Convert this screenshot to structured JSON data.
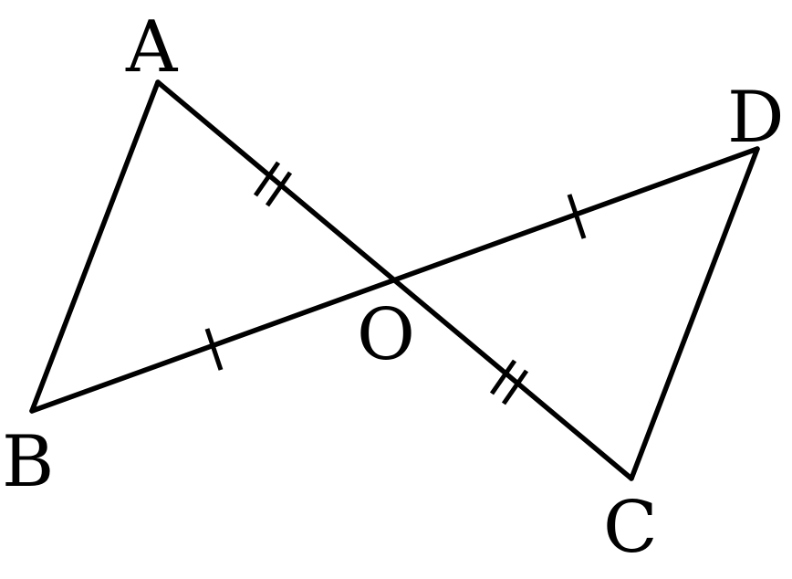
{
  "points": {
    "A": "A",
    "B": "B",
    "C": "C",
    "D": "D",
    "O": "O"
  },
  "segments": [
    "AB",
    "AC",
    "BD",
    "DC"
  ],
  "congruence_marks": {
    "AO": 2,
    "OC": 2,
    "BO": 1,
    "OD": 1
  }
}
